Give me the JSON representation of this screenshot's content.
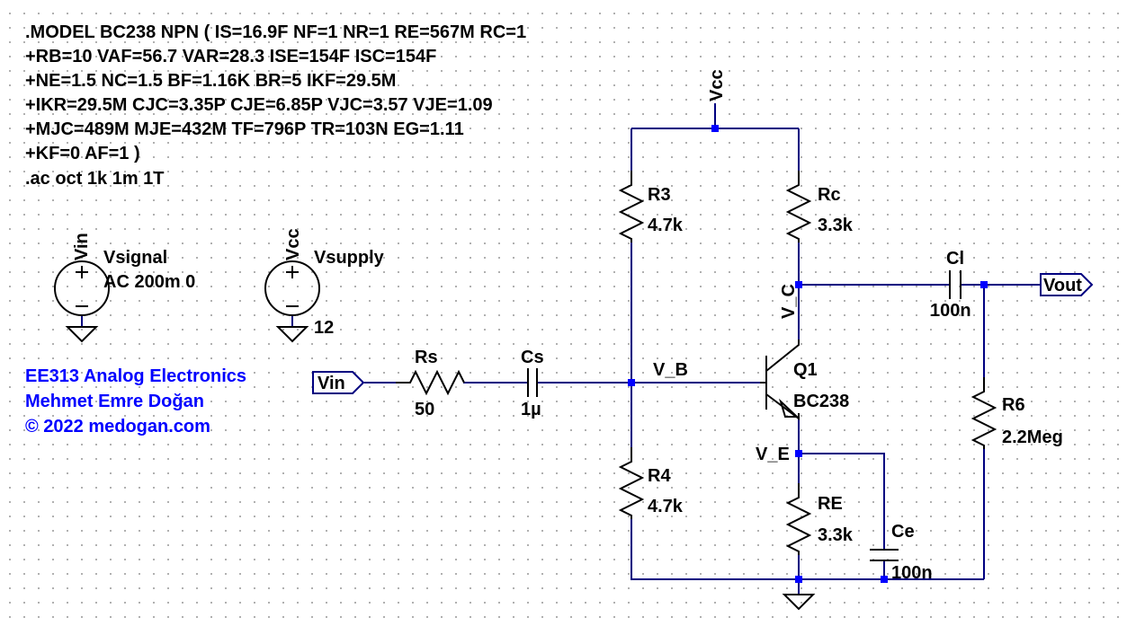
{
  "spice_directives": [
    ".MODEL BC238 NPN ( IS=16.9F NF=1 NR=1 RE=567M RC=1",
    "+RB=10 VAF=56.7 VAR=28.3 ISE=154F ISC=154F",
    "+NE=1.5 NC=1.5 BF=1.16K BR=5 IKF=29.5M",
    "+IKR=29.5M CJC=3.35P CJE=6.85P VJC=3.57 VJE=1.09",
    "+MJC=489M MJE=432M TF=796P TR=103N EG=1.11",
    "+KF=0 AF=1 )",
    ".ac oct 1k 1m 1T"
  ],
  "credits": [
    "EE313 Analog Electronics",
    "Mehmet Emre Doğan",
    "© 2022 medogan.com"
  ],
  "sources": {
    "vsignal": {
      "net": "Vin",
      "name": "Vsignal",
      "value": "AC 200m 0"
    },
    "vsupply": {
      "net": "Vcc",
      "name": "Vsupply",
      "value": "12"
    }
  },
  "components": {
    "r3": {
      "name": "R3",
      "value": "4.7k"
    },
    "r4": {
      "name": "R4",
      "value": "4.7k"
    },
    "rc": {
      "name": "Rc",
      "value": "3.3k"
    },
    "re": {
      "name": "RE",
      "value": "3.3k"
    },
    "r6": {
      "name": "R6",
      "value": "2.2Meg"
    },
    "rs": {
      "name": "Rs",
      "value": "50"
    },
    "cs": {
      "name": "Cs",
      "value": "1µ"
    },
    "cl": {
      "name": "Cl",
      "value": "100n"
    },
    "ce": {
      "name": "Ce",
      "value": "100n"
    },
    "q1": {
      "name": "Q1",
      "value": "BC238"
    }
  },
  "nets": {
    "vcc_top": "Vcc",
    "vin_port": "Vin",
    "vout_port": "Vout",
    "v_b": "V_B",
    "v_c": "V_C",
    "v_e": "V_E"
  },
  "colors": {
    "wire": "#000080",
    "junction": "#0000ff",
    "credit_text": "#0000ff",
    "component": "#000000"
  }
}
